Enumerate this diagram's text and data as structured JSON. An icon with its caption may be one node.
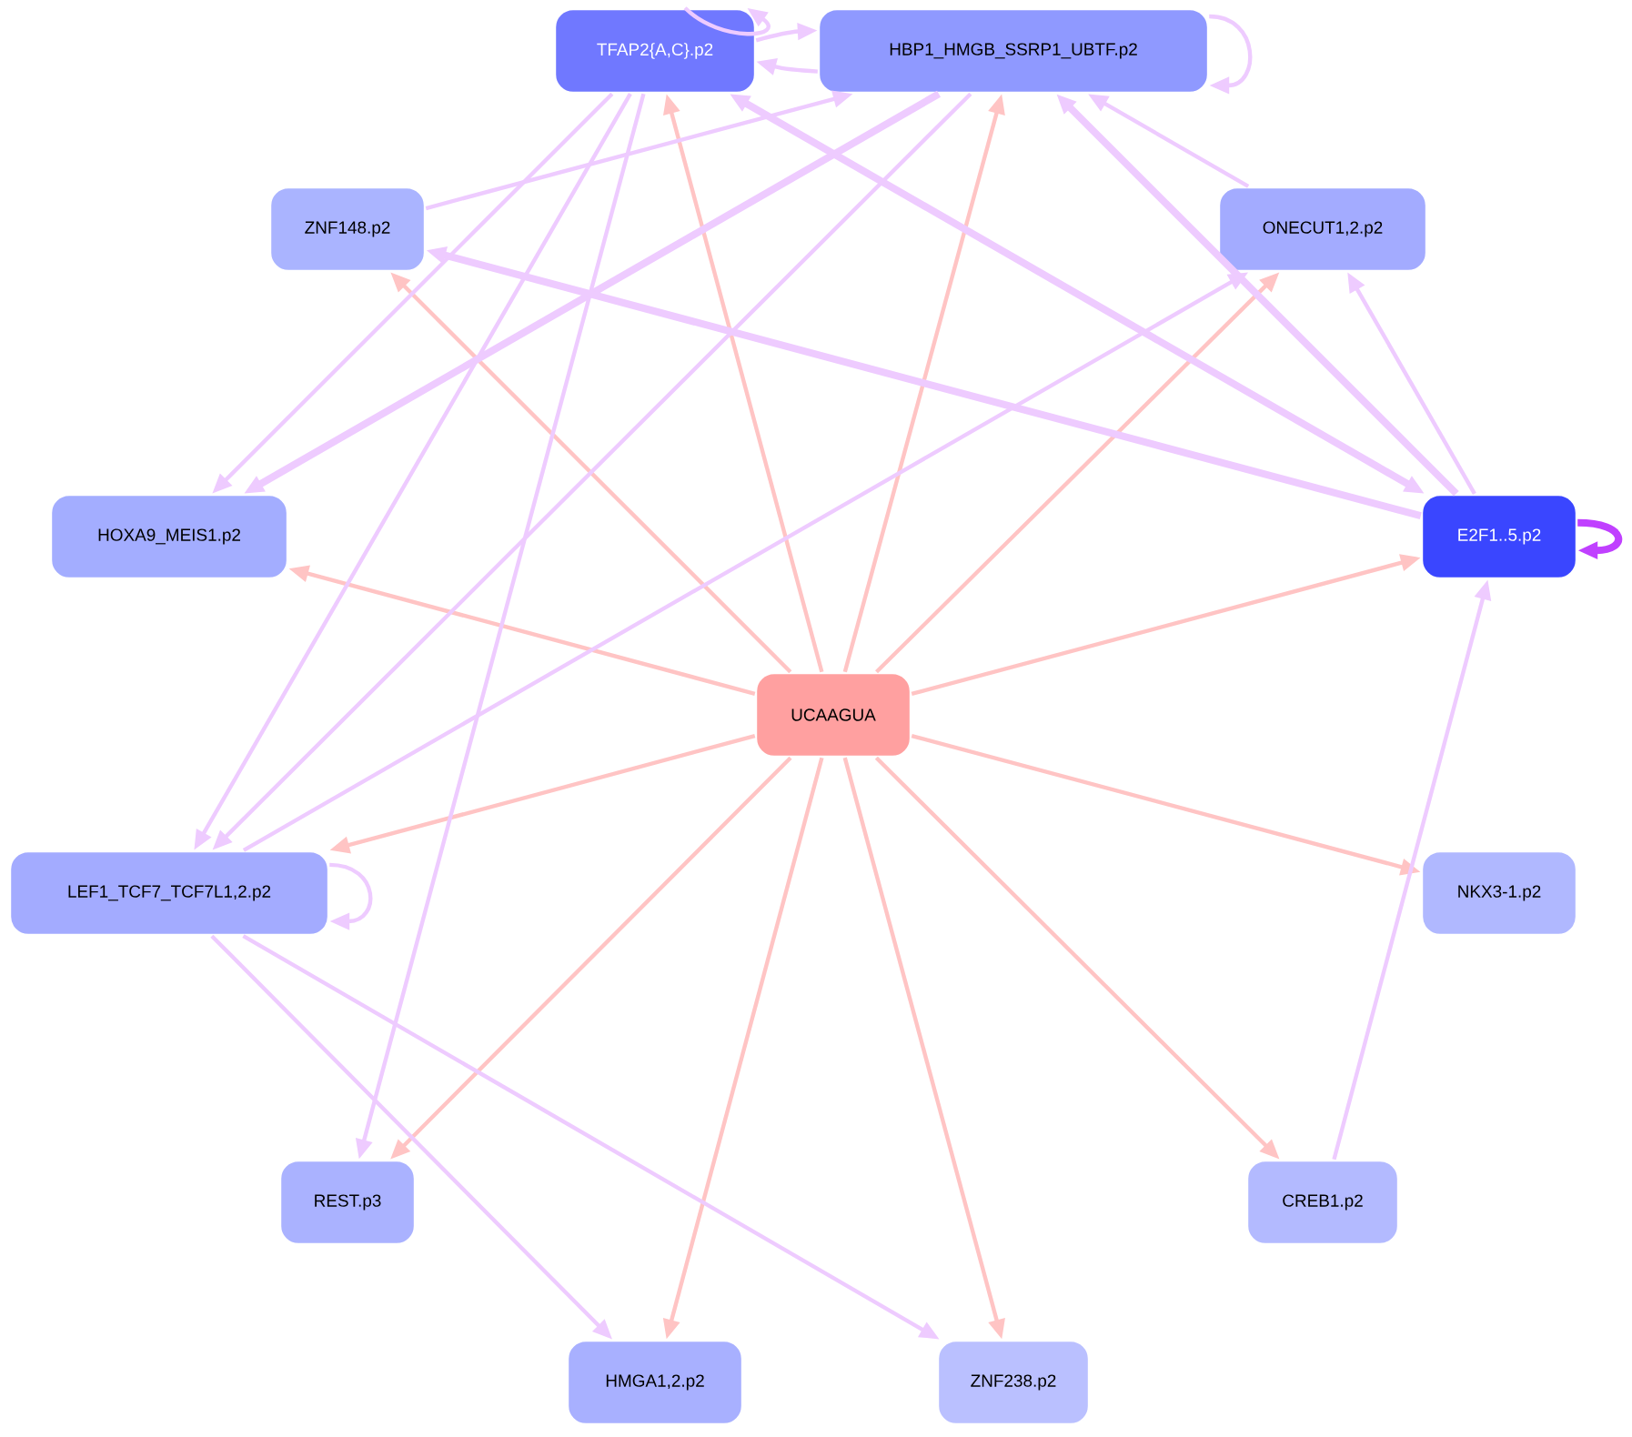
{
  "diagram": {
    "nodes": [
      {
        "text": [
          "TFAP2{A,C}.p2"
        ]
      },
      {
        "text": [
          "HBP1_HMGB_SSRP1_UBTF.p2"
        ]
      },
      {
        "text": [
          "ZNF148.p2"
        ]
      },
      {
        "text": [
          "ONECUT1,2.p2"
        ]
      },
      {
        "text": [
          "HOXA9_MEIS1.p2"
        ]
      },
      {
        "text": [
          "E2F1..5.p2"
        ]
      },
      {
        "text": [
          "UCAAGUA"
        ]
      },
      {
        "text": [
          "LEF1_TCF7_TCF7L1,2.p2"
        ]
      },
      {
        "text": [
          "NKX3-1.p2"
        ]
      },
      {
        "text": [
          "REST.p3"
        ]
      },
      {
        "text": [
          "CREB1.p2"
        ]
      },
      {
        "text": [
          "HMGA1,2.p2"
        ]
      },
      {
        "text": [
          "ZNF238.p2"
        ]
      }
    ],
    "edges": [
      {
        "from": 6,
        "to": 0,
        "arrow": "to",
        "color": "#ffc4c4"
      },
      {
        "from": 6,
        "to": 1,
        "arrow": "to",
        "color": "#ffc4c4"
      },
      {
        "from": 6,
        "to": 2,
        "arrow": "to",
        "color": "#ffc4c4"
      },
      {
        "from": 6,
        "to": 3,
        "arrow": "to",
        "color": "#ffc4c4"
      },
      {
        "from": 6,
        "to": 4,
        "arrow": "to",
        "color": "#ffc4c4"
      },
      {
        "from": 6,
        "to": 5,
        "arrow": "to",
        "color": "#ffc4c4"
      },
      {
        "from": 6,
        "to": 7,
        "arrow": "to",
        "color": "#ffc4c4"
      },
      {
        "from": 6,
        "to": 8,
        "arrow": "to",
        "color": "#ffc4c4"
      },
      {
        "from": 6,
        "to": 9,
        "arrow": "to",
        "color": "#ffc4c4"
      },
      {
        "from": 6,
        "to": 10,
        "arrow": "to",
        "color": "#ffc4c4"
      },
      {
        "from": 6,
        "to": 11,
        "arrow": "to",
        "color": "#ffc4c4"
      },
      {
        "from": 6,
        "to": 12,
        "arrow": "to",
        "color": "#ffc4c4"
      },
      {
        "from": 0,
        "to": 0,
        "arrow": "to"
      },
      {
        "from": 0,
        "to": 1,
        "arrow": "to"
      },
      {
        "from": 1,
        "to": 0,
        "arrow": "to"
      },
      {
        "from": 1,
        "to": 1,
        "arrow": "to"
      },
      {
        "from": 2,
        "to": 1,
        "arrow": "to"
      },
      {
        "from": 0,
        "to": 4,
        "arrow": "to"
      },
      {
        "from": 1,
        "to": 4,
        "arrow": "to",
        "style": "thick"
      },
      {
        "from": 0,
        "to": 7,
        "arrow": "to"
      },
      {
        "from": 1,
        "to": 7,
        "arrow": "to"
      },
      {
        "from": 0,
        "to": 9,
        "arrow": "to"
      },
      {
        "from": 5,
        "to": 0,
        "arrow": "both",
        "style": "thick"
      },
      {
        "from": 5,
        "to": 2,
        "arrow": "to",
        "style": "thick"
      },
      {
        "from": 5,
        "to": 1,
        "arrow": "to",
        "style": "thick"
      },
      {
        "from": 3,
        "to": 1,
        "arrow": "to"
      },
      {
        "from": 5,
        "to": 3,
        "arrow": "to"
      },
      {
        "from": 10,
        "to": 5,
        "arrow": "to"
      },
      {
        "from": 5,
        "to": 5,
        "arrow": "to",
        "style": "thick",
        "color": "#c040ff"
      },
      {
        "from": 7,
        "to": 7,
        "arrow": "to"
      },
      {
        "from": 7,
        "to": 3,
        "arrow": "to"
      },
      {
        "from": 7,
        "to": 11,
        "arrow": "to"
      },
      {
        "from": 7,
        "to": 12,
        "arrow": "to"
      }
    ]
  }
}
